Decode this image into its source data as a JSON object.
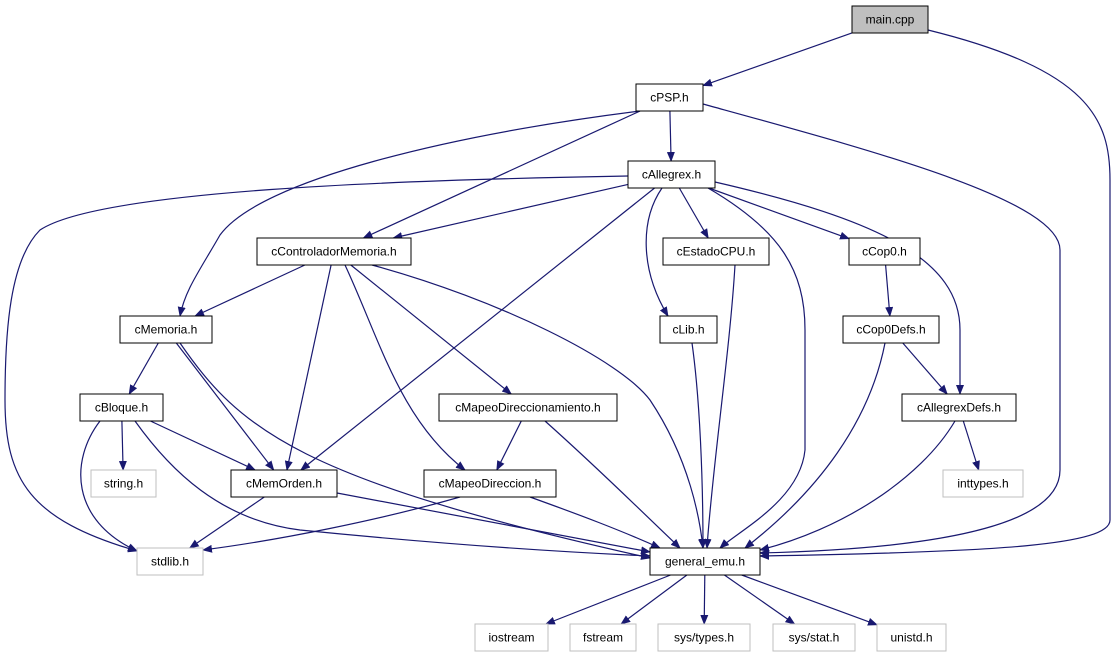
{
  "colors": {
    "edge": "#191970",
    "arrow": "#191970",
    "node_border": "#000000",
    "node_fill": "#ffffff",
    "root_fill": "#bfbfbf",
    "system_border": "#bfbfbf",
    "text": "#000000"
  },
  "nodes": [
    {
      "id": "main",
      "label": "main.cpp",
      "kind": "root"
    },
    {
      "id": "cpsp",
      "label": "cPSP.h",
      "kind": "header"
    },
    {
      "id": "callegrex",
      "label": "cAllegrex.h",
      "kind": "header"
    },
    {
      "id": "ccontrol",
      "label": "cControladorMemoria.h",
      "kind": "header"
    },
    {
      "id": "cestado",
      "label": "cEstadoCPU.h",
      "kind": "header"
    },
    {
      "id": "ccop0",
      "label": "cCop0.h",
      "kind": "header"
    },
    {
      "id": "cmemoria",
      "label": "cMemoria.h",
      "kind": "header"
    },
    {
      "id": "clib",
      "label": "cLib.h",
      "kind": "header"
    },
    {
      "id": "ccop0defs",
      "label": "cCop0Defs.h",
      "kind": "header"
    },
    {
      "id": "cbloque",
      "label": "cBloque.h",
      "kind": "header"
    },
    {
      "id": "cmapeodirn",
      "label": "cMapeoDireccionamiento.h",
      "kind": "header"
    },
    {
      "id": "callegrexdefs",
      "label": "cAllegrexDefs.h",
      "kind": "header"
    },
    {
      "id": "string",
      "label": "string.h",
      "kind": "system"
    },
    {
      "id": "cmemorden",
      "label": "cMemOrden.h",
      "kind": "header"
    },
    {
      "id": "cmapeodir",
      "label": "cMapeoDireccion.h",
      "kind": "header"
    },
    {
      "id": "inttypes",
      "label": "inttypes.h",
      "kind": "system"
    },
    {
      "id": "stdlib",
      "label": "stdlib.h",
      "kind": "system"
    },
    {
      "id": "general",
      "label": "general_emu.h",
      "kind": "header"
    },
    {
      "id": "iostream",
      "label": "iostream",
      "kind": "system"
    },
    {
      "id": "fstream",
      "label": "fstream",
      "kind": "system"
    },
    {
      "id": "systypes",
      "label": "sys/types.h",
      "kind": "system"
    },
    {
      "id": "sysstat",
      "label": "sys/stat.h",
      "kind": "system"
    },
    {
      "id": "unistd",
      "label": "unistd.h",
      "kind": "system"
    }
  ],
  "edges": [
    [
      "main",
      "cpsp"
    ],
    [
      "main",
      "general"
    ],
    [
      "cpsp",
      "callegrex"
    ],
    [
      "cpsp",
      "ccontrol"
    ],
    [
      "cpsp",
      "cmemoria"
    ],
    [
      "cpsp",
      "general"
    ],
    [
      "callegrex",
      "ccontrol"
    ],
    [
      "callegrex",
      "cestado"
    ],
    [
      "callegrex",
      "ccop0"
    ],
    [
      "callegrex",
      "clib"
    ],
    [
      "callegrex",
      "callegrexdefs"
    ],
    [
      "callegrex",
      "cmemorden"
    ],
    [
      "callegrex",
      "stdlib"
    ],
    [
      "callegrex",
      "general"
    ],
    [
      "ccontrol",
      "cmemoria"
    ],
    [
      "ccontrol",
      "cmapeodirn"
    ],
    [
      "ccontrol",
      "cmemorden"
    ],
    [
      "ccontrol",
      "cmapeodir"
    ],
    [
      "ccontrol",
      "general"
    ],
    [
      "cestado",
      "general"
    ],
    [
      "ccop0",
      "ccop0defs"
    ],
    [
      "cmemoria",
      "cbloque"
    ],
    [
      "cmemoria",
      "cmemorden"
    ],
    [
      "cmemoria",
      "general"
    ],
    [
      "clib",
      "general"
    ],
    [
      "ccop0defs",
      "callegrexdefs"
    ],
    [
      "ccop0defs",
      "general"
    ],
    [
      "cbloque",
      "string"
    ],
    [
      "cbloque",
      "cmemorden"
    ],
    [
      "cbloque",
      "stdlib"
    ],
    [
      "cbloque",
      "general"
    ],
    [
      "cmapeodirn",
      "cmapeodir"
    ],
    [
      "cmapeodirn",
      "general"
    ],
    [
      "callegrexdefs",
      "inttypes"
    ],
    [
      "callegrexdefs",
      "general"
    ],
    [
      "cmemorden",
      "stdlib"
    ],
    [
      "cmemorden",
      "general"
    ],
    [
      "cmapeodir",
      "stdlib"
    ],
    [
      "cmapeodir",
      "general"
    ],
    [
      "general",
      "iostream"
    ],
    [
      "general",
      "fstream"
    ],
    [
      "general",
      "systypes"
    ],
    [
      "general",
      "sysstat"
    ],
    [
      "general",
      "unistd"
    ]
  ]
}
